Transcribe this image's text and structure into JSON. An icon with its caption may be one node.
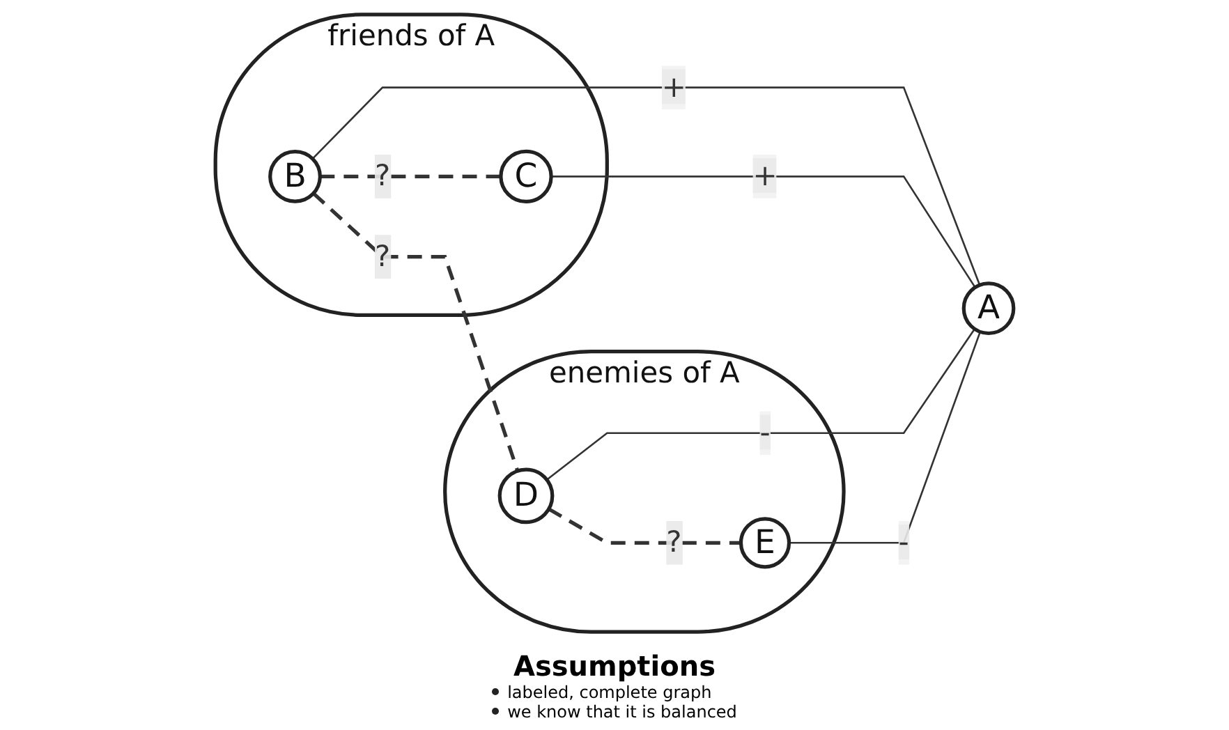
{
  "diagram": {
    "nodes": [
      {
        "text": [
          "friends of A"
        ]
      },
      {
        "text": [
          "B"
        ],
        "in": 0
      },
      {
        "text": [
          "C"
        ],
        "in": 0
      },
      {
        "text": [
          "A"
        ]
      },
      {
        "text": [
          "enemies of A"
        ]
      },
      {
        "text": [
          "D"
        ],
        "in": 4
      },
      {
        "text": [
          "E"
        ],
        "in": 4
      }
    ],
    "edges": [
      {
        "from": 1,
        "to": 5,
        "arrow": "none",
        "label": "?",
        "style": "dashed"
      },
      {
        "from": 1,
        "to": 2,
        "arrow": "none",
        "label": "?",
        "style": "dashed"
      },
      {
        "from": 5,
        "to": 6,
        "arrow": "none",
        "label": "?",
        "style": "dashed"
      },
      {
        "from": 1,
        "to": 3,
        "arrow": "none",
        "label": "+"
      },
      {
        "from": 2,
        "to": 3,
        "arrow": "none",
        "label": "+"
      },
      {
        "from": 5,
        "to": 3,
        "arrow": "none",
        "label": "-"
      },
      {
        "from": 6,
        "to": 3,
        "arrow": "none",
        "label": "-"
      }
    ],
    "labels": [
      "Assumptions",
      "labeled, complete graph",
      "we know that it is balanced"
    ]
  }
}
